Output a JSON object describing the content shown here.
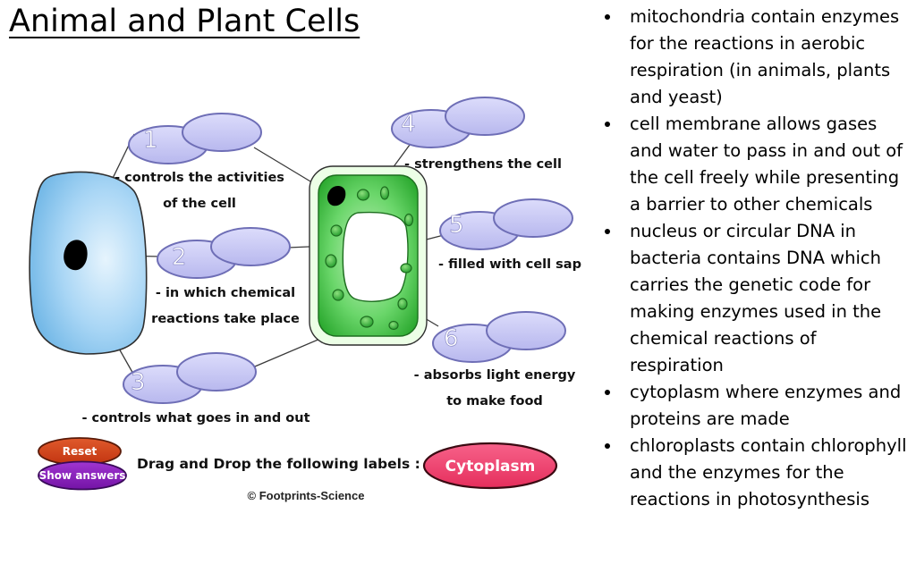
{
  "title": "Animal and Plant Cells",
  "labels": [
    {
      "number": "1",
      "caption_lines": [
        "- controls the activities",
        "of the cell"
      ]
    },
    {
      "number": "2",
      "caption_lines": [
        "- in which chemical",
        "reactions take place"
      ]
    },
    {
      "number": "3",
      "caption_lines": [
        "- controls what goes in and out"
      ]
    },
    {
      "number": "4",
      "caption_lines": [
        "- strengthens the cell"
      ]
    },
    {
      "number": "5",
      "caption_lines": [
        "- filled with cell sap"
      ]
    },
    {
      "number": "6",
      "caption_lines": [
        "- absorbs light energy",
        "to make food"
      ]
    }
  ],
  "buttons": {
    "reset": "Reset",
    "show_answers": "Show answers"
  },
  "instruction": "Drag and Drop the following labels :",
  "draggable_label": "Cytoplasm",
  "copyright": "© Footprints-Science",
  "facts": [
    "mitochondria contain enzymes for the reactions in aerobic respiration (in animals, plants and yeast)",
    "cell membrane allows gases and water to pass in and out of the cell freely while presenting a barrier to other chemicals",
    "nucleus or circular DNA in bacteria contains DNA which carries the genetic code for making enzymes used in the chemical reactions of respiration",
    "cytoplasm where enzymes and proteins are made",
    "chloroplasts contain chlorophyll and the enzymes for the reactions in photosynthesis"
  ],
  "colors": {
    "animal_cell": "#7fc0ec",
    "plant_cell": "#3fbf40",
    "drop_zone": "#c8c8f4",
    "reset_button": "#d2401a",
    "show_answers_button": "#8a1fb8",
    "draggable_label": "#ee3d68"
  }
}
